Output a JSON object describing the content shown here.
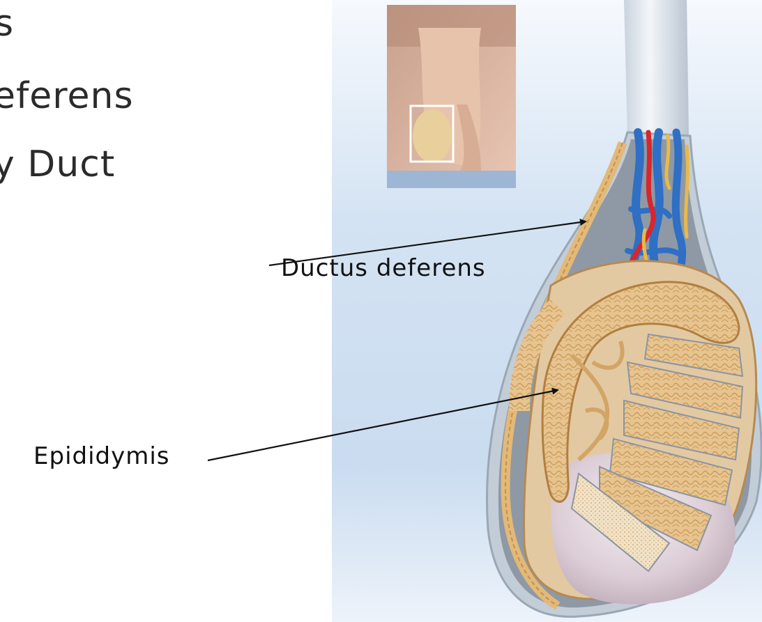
{
  "slide_text": {
    "line1": "s",
    "line2": "eferens",
    "line3": "y Duct"
  },
  "labels": {
    "ductus_deferens": "Ductus deferens",
    "epididymis": "Epididymis"
  },
  "colors": {
    "vein": "#2f6fc4",
    "artery": "#d7262c",
    "nerve": "#e8b94a",
    "tubule": "#e9c58d",
    "background_panel": "#cfe0f2"
  }
}
